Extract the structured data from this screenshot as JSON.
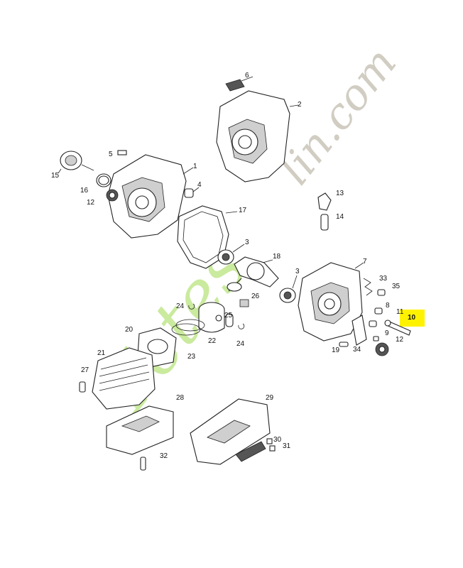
{
  "watermark": {
    "left_text": "Fetes",
    "right_text": "lin.com"
  },
  "highlight_color": "#fff200",
  "labels": {
    "l1": "1",
    "l2": "2",
    "l3a": "3",
    "l3b": "3",
    "l4": "4",
    "l5": "5",
    "l6": "6",
    "l7": "7",
    "l8": "8",
    "l9": "9",
    "l10": "10",
    "l11": "11",
    "l12a": "12",
    "l12b": "12",
    "l13": "13",
    "l14": "14",
    "l15": "15",
    "l16": "16",
    "l17": "17",
    "l18": "18",
    "l19": "19",
    "l20": "20",
    "l21": "21",
    "l22": "22",
    "l23": "23",
    "l24a": "24",
    "l24b": "24",
    "l25": "25",
    "l26": "26",
    "l27": "27",
    "l28": "28",
    "l29": "29",
    "l30": "30",
    "l31": "31",
    "l32": "32",
    "l33": "33",
    "l34": "34",
    "l35": "35"
  }
}
